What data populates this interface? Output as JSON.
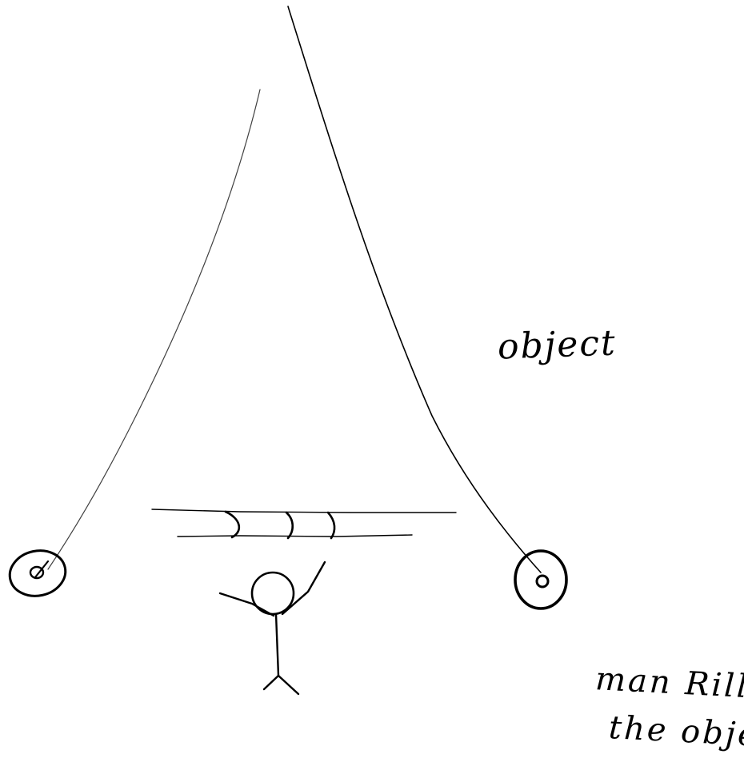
{
  "labels": {
    "object": "object",
    "caption_line_1": "man Rilling",
    "caption_line_2": "the object"
  },
  "colors": {
    "ink": "#000000",
    "paper": "#ffffff"
  }
}
